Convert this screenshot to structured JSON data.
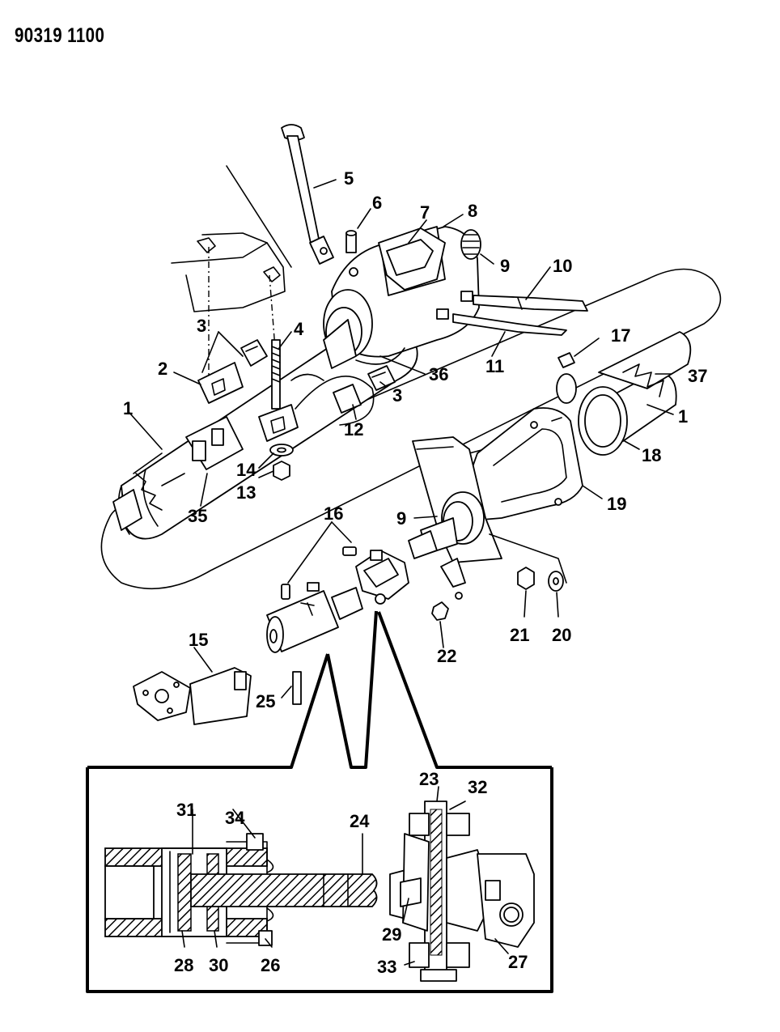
{
  "header": {
    "document_id": "90319 1100"
  },
  "callouts": {
    "c1a": "1",
    "c1b": "1",
    "c2": "2",
    "c3a": "3",
    "c3b": "3",
    "c4": "4",
    "c5": "5",
    "c6": "6",
    "c7": "7",
    "c8": "8",
    "c9a": "9",
    "c9b": "9",
    "c10": "10",
    "c11": "11",
    "c12": "12",
    "c13": "13",
    "c14": "14",
    "c15": "15",
    "c16": "16",
    "c17": "17",
    "c18": "18",
    "c19": "19",
    "c20": "20",
    "c21": "21",
    "c22": "22",
    "c23": "23",
    "c24": "24",
    "c25": "25",
    "c26": "26",
    "c27": "27",
    "c28": "28",
    "c29": "29",
    "c30": "30",
    "c31": "31",
    "c32": "32",
    "c33": "33",
    "c34": "34",
    "c35": "35",
    "c36": "36",
    "c37": "37"
  }
}
